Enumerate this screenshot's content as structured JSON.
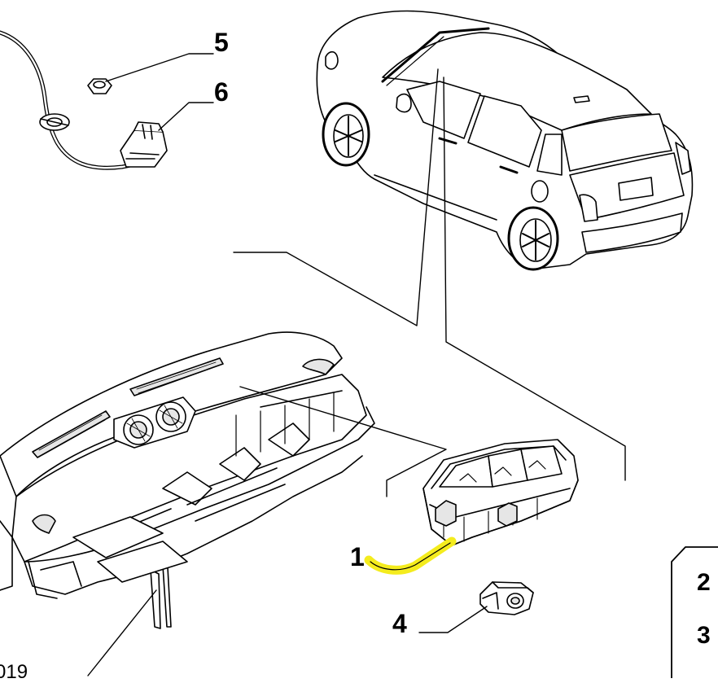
{
  "diagram": {
    "figure_code": "019",
    "colors": {
      "line": "#000000",
      "highlight": "#f4ec1e",
      "part_fill": "#ffffff",
      "shade": "#e6e6e6"
    },
    "callouts": [
      {
        "number": "1",
        "highlighted": true
      },
      {
        "number": "2",
        "highlighted": false
      },
      {
        "number": "3",
        "highlighted": false
      },
      {
        "number": "4",
        "highlighted": false
      },
      {
        "number": "5",
        "highlighted": false
      },
      {
        "number": "6",
        "highlighted": false
      }
    ]
  }
}
